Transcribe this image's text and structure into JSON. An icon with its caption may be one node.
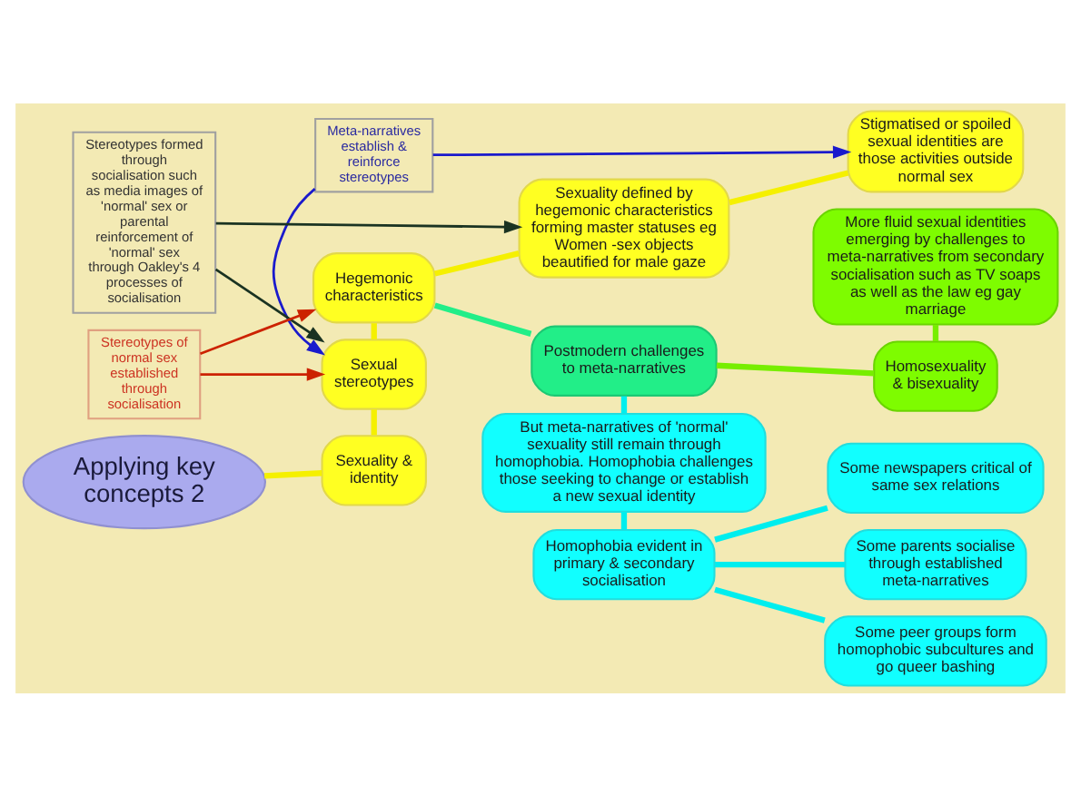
{
  "diagram": {
    "nodes": [
      {
        "text": [
          "Meta-narratives establish & reinforce stereotypes"
        ]
      },
      {
        "text": [
          "More fluid sexual identities emerging by challenges to meta-narratives from secondary socialisation such as TV soaps as well as the law eg gay marriage"
        ]
      },
      {
        "text": [
          "Stigmatised or spoiled sexual identities are those activities outside normal sex"
        ]
      },
      {
        "text": [
          "Stereotypes formed through socialisation such as media images of 'normal' sex or parental reinforcement of 'normal' sex through Oakley's 4 processes of socialisation"
        ]
      },
      {
        "text": [
          "Sexuality defined by hegemonic characteristics forming master statuses eg Women -sex objects beautified for male gaze"
        ]
      },
      {
        "text": [
          "Homosexuality & bisexuality"
        ]
      },
      {
        "text": [
          "Postmodern challenges to meta-narratives"
        ]
      },
      {
        "text": [
          "Hegemonic characteristics"
        ]
      },
      {
        "text": [
          "But meta-narratives of 'normal' sexuality still remain through homophobia. Homophobia challenges those seeking to change or establish a new sexual identity"
        ]
      },
      {
        "text": [
          "Stereotypes of normal sex established through socialisation"
        ]
      },
      {
        "text": [
          "Sexual stereotypes"
        ]
      },
      {
        "text": [
          "Homophobia evident in primary & secondary socialisation"
        ]
      },
      {
        "text": [
          "Some newspapers critical of same sex relations"
        ]
      },
      {
        "text": [
          "Some parents socialise through established meta-narratives"
        ]
      },
      {
        "text": [
          "Applying key concepts 2"
        ]
      },
      {
        "text": [
          "Sexuality & identity"
        ]
      },
      {
        "text": [
          "Some peer groups form homophobic subcultures and go queer bashing"
        ]
      }
    ],
    "edges": [
      {
        "from": 14,
        "to": 15,
        "arrow": "none",
        "color": "#f5f000"
      },
      {
        "from": 10,
        "to": 15,
        "arrow": "none",
        "color": "#f5f000"
      },
      {
        "from": 7,
        "to": 10,
        "arrow": "none",
        "color": "#f5f000"
      },
      {
        "from": 7,
        "to": 4,
        "arrow": "none",
        "color": "#f5f000"
      },
      {
        "from": 4,
        "to": 2,
        "arrow": "none",
        "color": "#f5f000"
      },
      {
        "from": 7,
        "to": 6,
        "arrow": "none",
        "color": "#22ee88"
      },
      {
        "from": 6,
        "to": 5,
        "arrow": "none",
        "color": "#77ee00"
      },
      {
        "from": 1,
        "to": 5,
        "arrow": "none",
        "color": "#77ee00"
      },
      {
        "from": 6,
        "to": 8,
        "arrow": "none",
        "color": "#00eeee"
      },
      {
        "from": 8,
        "to": 11,
        "arrow": "none",
        "color": "#00eeee"
      },
      {
        "from": 11,
        "to": 12,
        "arrow": "none",
        "color": "#00eeee"
      },
      {
        "from": 11,
        "to": 13,
        "arrow": "none",
        "color": "#00eeee"
      },
      {
        "from": 11,
        "to": 16,
        "arrow": "none",
        "color": "#00eeee"
      },
      {
        "from": 0,
        "to": 2,
        "arrow": "to",
        "color": "#1a1acc"
      },
      {
        "from": 0,
        "to": 10,
        "arrow": "to",
        "color": "#1a1acc"
      },
      {
        "from": 3,
        "to": 4,
        "arrow": "to",
        "color": "#1a3322"
      },
      {
        "from": 3,
        "to": 10,
        "arrow": "to",
        "color": "#1a3322"
      },
      {
        "from": 9,
        "to": 7,
        "arrow": "to",
        "color": "#cc2200"
      },
      {
        "from": 9,
        "to": 10,
        "arrow": "to",
        "color": "#cc2200"
      }
    ]
  }
}
